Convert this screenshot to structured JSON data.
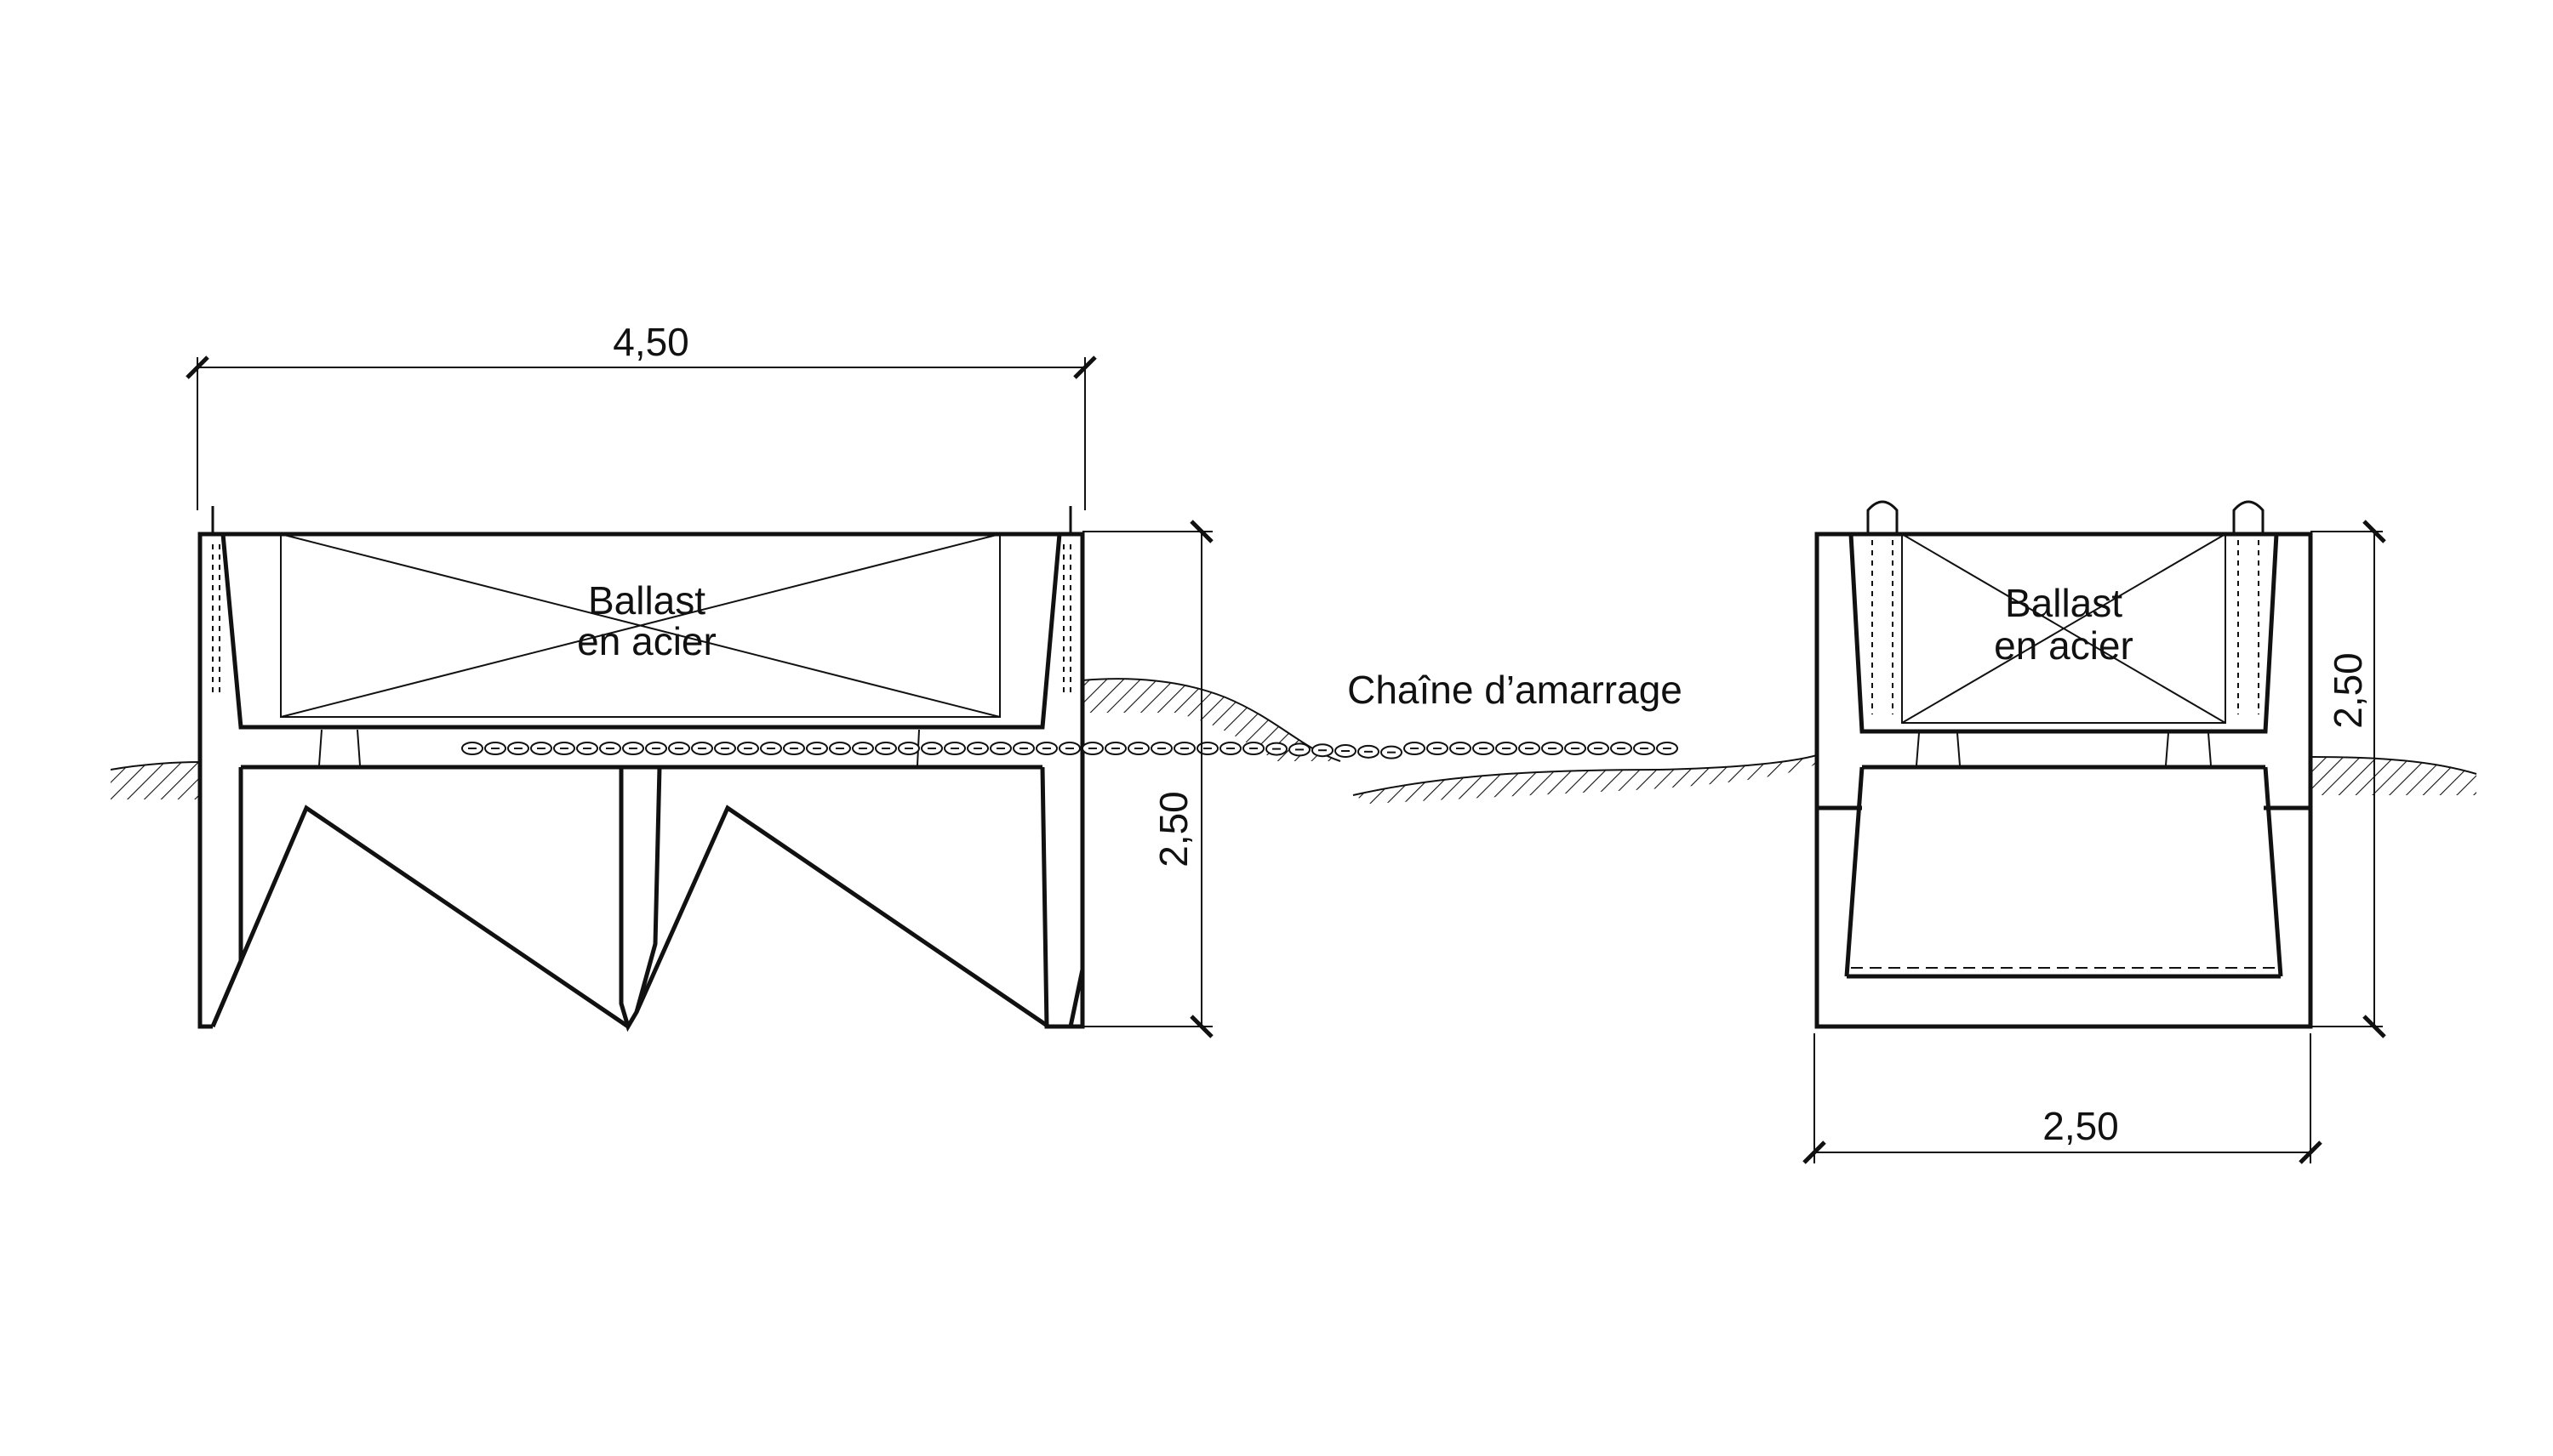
{
  "diagram": {
    "dimensions": {
      "left_width": "4,50",
      "left_height": "2,50",
      "right_height": "2,50",
      "right_width": "2,50"
    },
    "left_block": {
      "ballast_line1": "Ballast",
      "ballast_line2": "en acier"
    },
    "right_block": {
      "ballast_line1": "Ballast",
      "ballast_line2": "en acier"
    },
    "chain_label": "Chaîne d’amarrage"
  }
}
